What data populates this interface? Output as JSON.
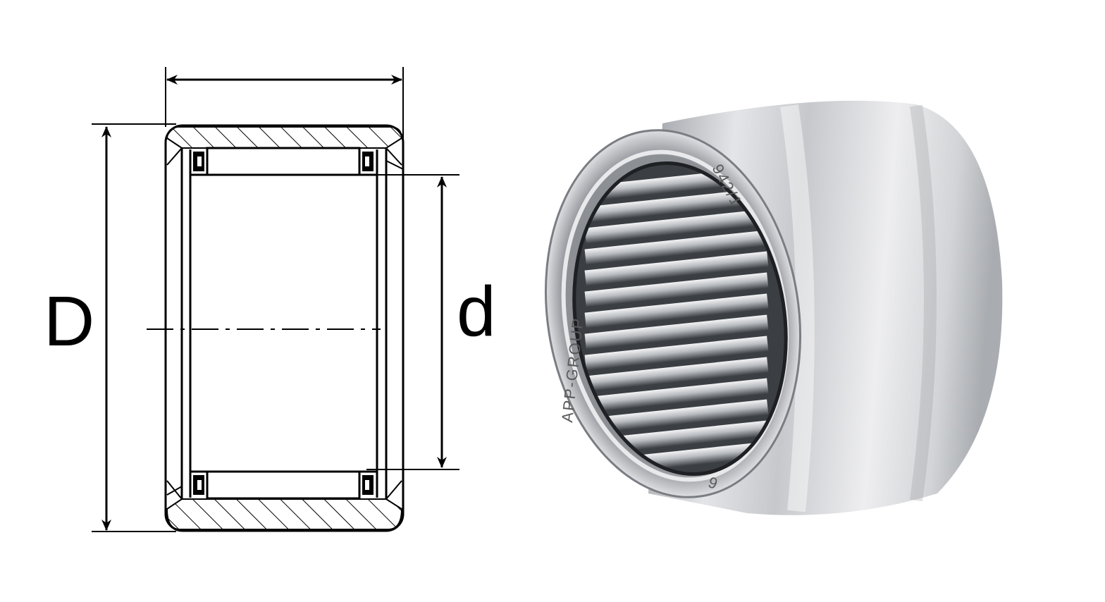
{
  "diagram": {
    "label_outer_diameter": "D",
    "label_inner_diameter": "d"
  },
  "photo": {
    "marking_brand": "APP-GROUP",
    "marking_part": "942/1",
    "marking_small": "6"
  },
  "colors": {
    "line": "#000000",
    "background": "#ffffff",
    "steel_light": "#e6e6e8",
    "steel_mid": "#b9bbbf",
    "steel_dark": "#6f7276",
    "needle_dark": "#2e3135"
  }
}
